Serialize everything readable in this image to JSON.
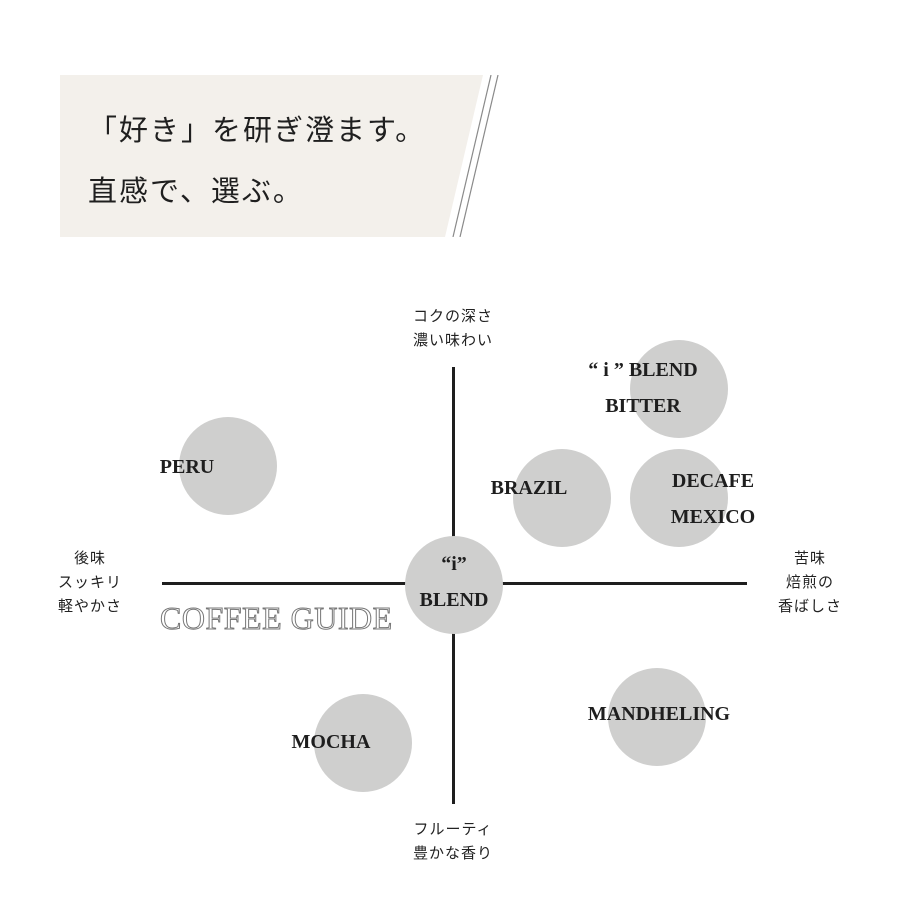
{
  "banner": {
    "line1": "「好き」を研ぎ澄ます。",
    "line2": "直感で、選ぶ。",
    "bg_color": "#f3f0eb"
  },
  "axes": {
    "top": [
      "コクの深さ",
      "濃い味わい"
    ],
    "bottom": [
      "フルーティ",
      "豊かな香り"
    ],
    "left": [
      "後味",
      "スッキリ",
      "軽やかさ"
    ],
    "right": [
      "苦味",
      "焙煎の",
      "香ばしさ"
    ]
  },
  "guide_title": "COFFEE GUIDE",
  "colors": {
    "bubble": "#cfcfce",
    "axis": "#1e1e1e"
  },
  "coffees": [
    {
      "id": "i-blend-bitter",
      "lines": [
        "“ i ” BLEND",
        "BITTER"
      ]
    },
    {
      "id": "peru",
      "lines": [
        "PERU"
      ]
    },
    {
      "id": "brazil",
      "lines": [
        "BRAZIL"
      ]
    },
    {
      "id": "decafe-mexico",
      "lines": [
        "DECAFE",
        "MEXICO"
      ]
    },
    {
      "id": "i-blend",
      "lines": [
        "“i”",
        "BLEND"
      ]
    },
    {
      "id": "mandheling",
      "lines": [
        "MANDHELING"
      ]
    },
    {
      "id": "mocha",
      "lines": [
        "MOCHA"
      ]
    }
  ]
}
